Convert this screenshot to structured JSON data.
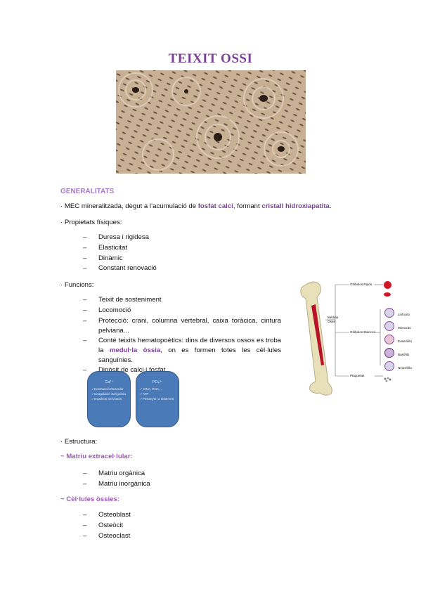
{
  "title": "TEIXIT OSSI",
  "generalitats": {
    "heading": "GENERALITATS",
    "mec": {
      "prefix": "· MEC mineralitzada, degut a l’acumulació de ",
      "b1": "fosfat calci",
      "mid": ", formant ",
      "b2": "cristall hidroxiapatita",
      "end": "."
    },
    "propietats_label": "· Propietats físiques:",
    "propietats": [
      "Duresa i rigidesa",
      "Elasticitat",
      "Dinàmic",
      "Constant renovació"
    ],
    "funcions_label": "· Funcions:",
    "funcions": {
      "f1": "Teixit de sosteniment",
      "f2": "Locomoció",
      "f3": "Protecció: crani, columna vertebral, caixa toràcica, cintura pelviana...",
      "f4a": "Conté teixits hematopoètics: dins de diversos ossos es troba la ",
      "f4b": "medul·la òssia",
      "f4c": ", on es formen totes les cèl·lules sanguínies.",
      "f5": "Dipòsit de calci i fosfat"
    },
    "boxes": {
      "ca": {
        "title": "Ca²⁺",
        "items": [
          "✓Contracció Muscular",
          "✓Coagulació Sanguínia",
          "✓Impulsos nerviosos"
        ]
      },
      "po": {
        "title": "PO₄³⁻",
        "items": [
          "✓ DNA, RNA,...",
          "✓ATP",
          "✓Pertanyen a sistemes"
        ]
      }
    }
  },
  "estructura": {
    "label": "· Estructura:",
    "matriu_heading": "~ Matriu extracel·lular:",
    "matriu": [
      "Matriu orgànica",
      "Matriu inorgànica"
    ],
    "cel_heading": "~ Cèl·lules òssies:",
    "cel": [
      "Osteoblast",
      "Osteòcit",
      "Osteoclast"
    ]
  },
  "diagram": {
    "medula": "Médula Ósea",
    "rojos": "Glóbulos Rojos",
    "blancos": "Glóbulos Blancos",
    "plaquetas": "Plaquetas",
    "cells": [
      "Linfocito",
      "Monocito",
      "Eosinófilo",
      "Basófilo",
      "Neutrófilo"
    ],
    "colors": {
      "marrow": "#b8122a",
      "bone": "#e8e0b8",
      "cell": "#8a4d9b"
    }
  },
  "colors": {
    "title": "#7b3f98",
    "heading": "#a77bc9",
    "highlight": "#7b3f98",
    "box": "#4a7ab8"
  }
}
